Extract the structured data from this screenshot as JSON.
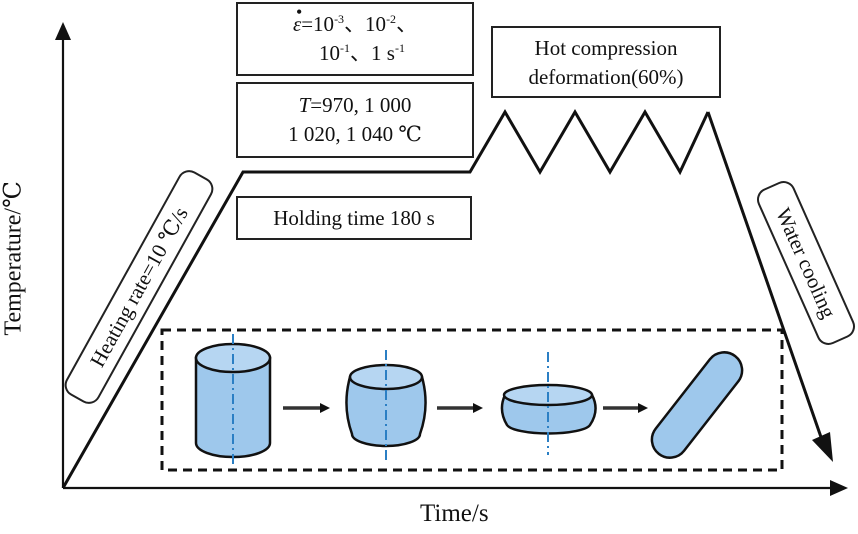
{
  "axes": {
    "y_label": "Temperature/℃",
    "x_label": "Time/s"
  },
  "strain_rate": {
    "symbol": "ε",
    "eq": "=10",
    "e1": "-3",
    "sep1": "、10",
    "e2": "-2",
    "sep2": "、",
    "l2a": "10",
    "e3": "-1",
    "l2b": "、1 s",
    "e4": "-1"
  },
  "temperature_box": {
    "symbol": "T",
    "line1": "=970, 1 000",
    "line2": "1 020, 1 040 ℃"
  },
  "holding_box": "Holding time 180 s",
  "deformation_box": {
    "line1": "Hot compression",
    "line2": "deformation(60%)"
  },
  "heating_label": "Heating rate=10 ℃/s",
  "cooling_label": "Water cooling",
  "colors": {
    "line": "#111111",
    "sample_fill": "#9ec8ec",
    "sample_axis": "#2b7fc4"
  }
}
